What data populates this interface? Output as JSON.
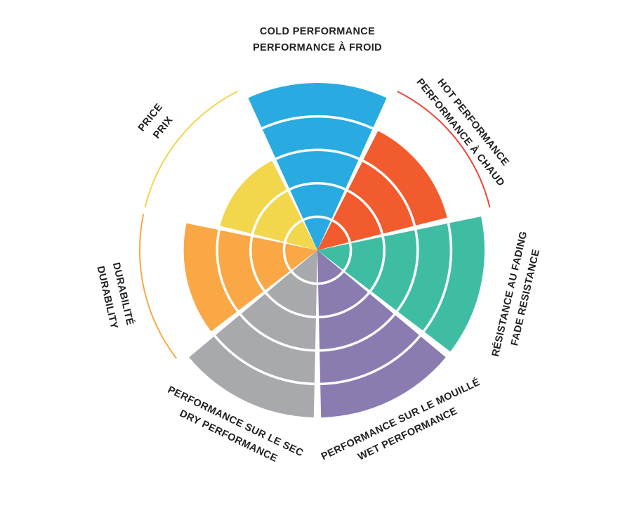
{
  "colors": {
    "background": "#FFFFFF",
    "label_text": "#231F20",
    "ring_divider": "#FFFFFF"
  },
  "chart_data": {
    "type": "polar-sector",
    "title": "",
    "rings": 5,
    "scale_max": 5,
    "start_angle_deg": -90,
    "direction": "clockwise",
    "categories": [
      {
        "id": "cold-performance",
        "line1": "COLD PERFORMANCE",
        "line2": "PERFORMANCE À FROID",
        "value": 5,
        "color": "#29ABE2"
      },
      {
        "id": "hot-performance",
        "line1": "HOT PERFORMANCE",
        "line2": "PERFORMANCE À CHAUD",
        "value": 4,
        "color": "#F15B2D",
        "arc_color": "#EF4538"
      },
      {
        "id": "fade-resistance",
        "line1": "RÉSISTANCE AU FADING",
        "line2": "FADE RESISTANCE",
        "value": 5,
        "color": "#3FBDA3"
      },
      {
        "id": "wet-performance",
        "line1": "PERFORMANCE SUR LE MOUILLÉ",
        "line2": "WET PERFORMANCE",
        "value": 5,
        "color": "#8A7CB0"
      },
      {
        "id": "dry-performance",
        "line1": "PERFORMANCE SUR LE SEC",
        "line2": "DRY PERFORMANCE",
        "value": 5,
        "color": "#A7A9AC"
      },
      {
        "id": "durability",
        "line1": "DURABILITÉ",
        "line2": "DURABILITY",
        "value": 4,
        "color": "#F9A845",
        "arc_color": "#F9A845"
      },
      {
        "id": "price",
        "line1": "PRICE",
        "line2": "PRIX",
        "value": 3,
        "color": "#F2D64B",
        "arc_color": "#F2D64B"
      }
    ]
  }
}
